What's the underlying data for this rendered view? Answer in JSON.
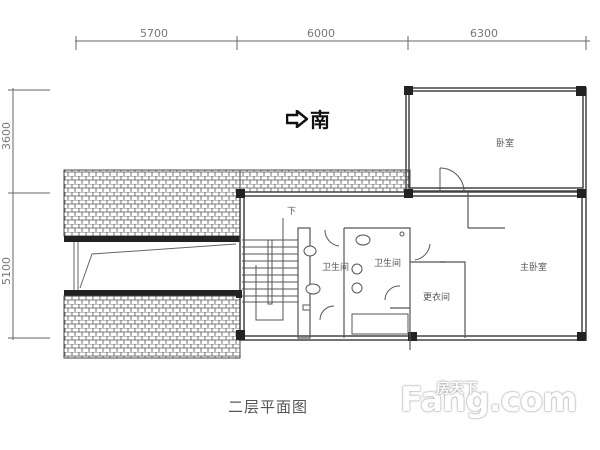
{
  "plan": {
    "title": "二层平面图",
    "orientation_label": "南",
    "dimensions": {
      "horizontal": [
        "5700",
        "6000",
        "6300"
      ],
      "vertical": [
        "3600",
        "5100"
      ]
    },
    "rooms": {
      "bedroom": "卧室",
      "master_bedroom": "主卧室",
      "bathroom_1": "卫生间",
      "bathroom_2": "卫生间",
      "dressing_room": "更衣间",
      "stair_down": "下"
    }
  },
  "watermark": {
    "brand": "Fang.com",
    "brand_cn": "房天下"
  }
}
